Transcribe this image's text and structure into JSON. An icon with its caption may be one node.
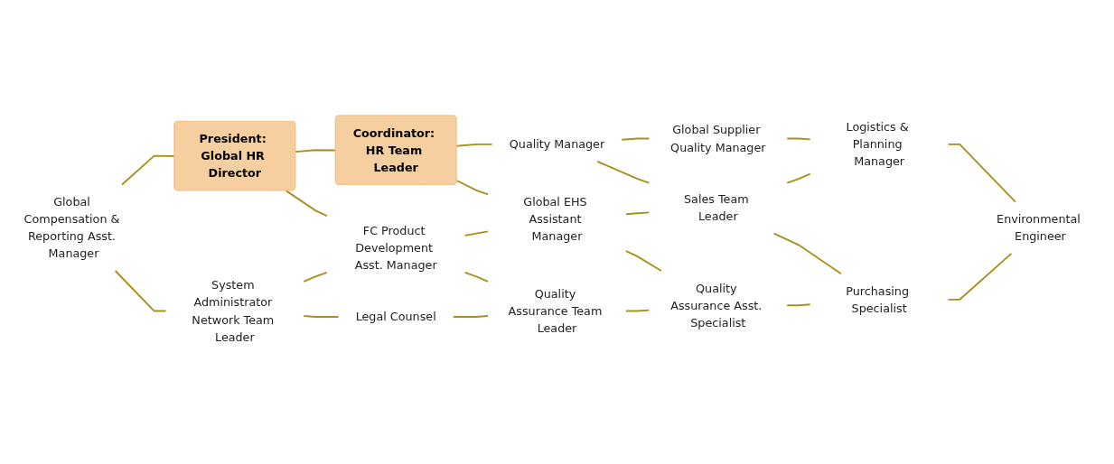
{
  "diagram": {
    "nodes": [
      {
        "text": [
          "Global Compensation & Reporting Asst. Manager"
        ]
      },
      {
        "text": [
          "President: Global HR Director"
        ]
      },
      {
        "text": [
          "Coordinator: HR Team Leader"
        ]
      },
      {
        "text": [
          "Quality Manager"
        ]
      },
      {
        "text": [
          "Global Supplier Quality Manager"
        ]
      },
      {
        "text": [
          "System Administrator Network Team Leader"
        ]
      },
      {
        "text": [
          "FC Product Development Asst. Manager"
        ]
      },
      {
        "text": [
          "Global EHS Assistant Manager"
        ]
      },
      {
        "text": [
          "Sales Team Leader"
        ]
      },
      {
        "text": [
          "Logistics & Planning Manager"
        ]
      },
      {
        "text": [
          "Legal Counsel"
        ]
      },
      {
        "text": [
          "Quality Assurance Team Leader"
        ]
      },
      {
        "text": [
          "Quality Assurance Asst. Specialist"
        ]
      },
      {
        "text": [
          "Purchasing Specialist"
        ]
      },
      {
        "text": [
          "Environmental Engineer"
        ]
      }
    ],
    "edges": [
      {
        "from": 0,
        "to": 1,
        "arrow": "none"
      },
      {
        "from": 1,
        "to": 2,
        "arrow": "none"
      },
      {
        "from": 2,
        "to": 3,
        "arrow": "none"
      },
      {
        "from": 3,
        "to": 4,
        "arrow": "none"
      },
      {
        "from": 0,
        "to": 5,
        "arrow": "none"
      },
      {
        "from": 1,
        "to": 6,
        "arrow": "none"
      },
      {
        "from": 2,
        "to": 7,
        "arrow": "none"
      },
      {
        "from": 3,
        "to": 8,
        "arrow": "none"
      },
      {
        "from": 4,
        "to": 9,
        "arrow": "none"
      },
      {
        "from": 5,
        "to": 6,
        "arrow": "none"
      },
      {
        "from": 6,
        "to": 7,
        "arrow": "none"
      },
      {
        "from": 7,
        "to": 8,
        "arrow": "none"
      },
      {
        "from": 8,
        "to": 9,
        "arrow": "none"
      },
      {
        "from": 5,
        "to": 10,
        "arrow": "none"
      },
      {
        "from": 6,
        "to": 11,
        "arrow": "none"
      },
      {
        "from": 7,
        "to": 12,
        "arrow": "none"
      },
      {
        "from": 8,
        "to": 13,
        "arrow": "none"
      },
      {
        "from": 9,
        "to": 14,
        "arrow": "none"
      },
      {
        "from": 10,
        "to": 11,
        "arrow": "none"
      },
      {
        "from": 11,
        "to": 12,
        "arrow": "none"
      },
      {
        "from": 12,
        "to": 13,
        "arrow": "none"
      },
      {
        "from": 13,
        "to": 14,
        "arrow": "none"
      }
    ]
  }
}
